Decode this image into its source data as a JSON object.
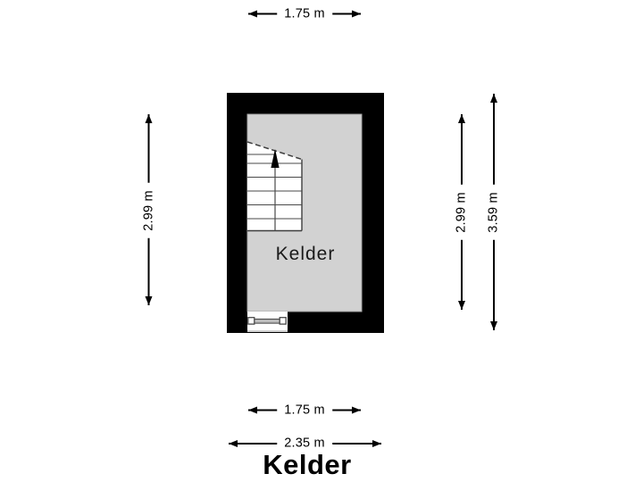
{
  "page_title": "Kelder",
  "floorplan": {
    "room_label": "Kelder",
    "dimensions": {
      "top_width": "1.75 m",
      "left_height": "2.99 m",
      "right_inner_height": "2.99 m",
      "right_outer_height": "3.59 m",
      "bottom_inner_width": "1.75 m",
      "bottom_outer_width": "2.35 m"
    },
    "colors": {
      "wall": "#000000",
      "floor": "#d2d2d2",
      "background": "#ffffff",
      "stair_line": "#3d3d3d",
      "dimension_line": "#000000"
    }
  }
}
